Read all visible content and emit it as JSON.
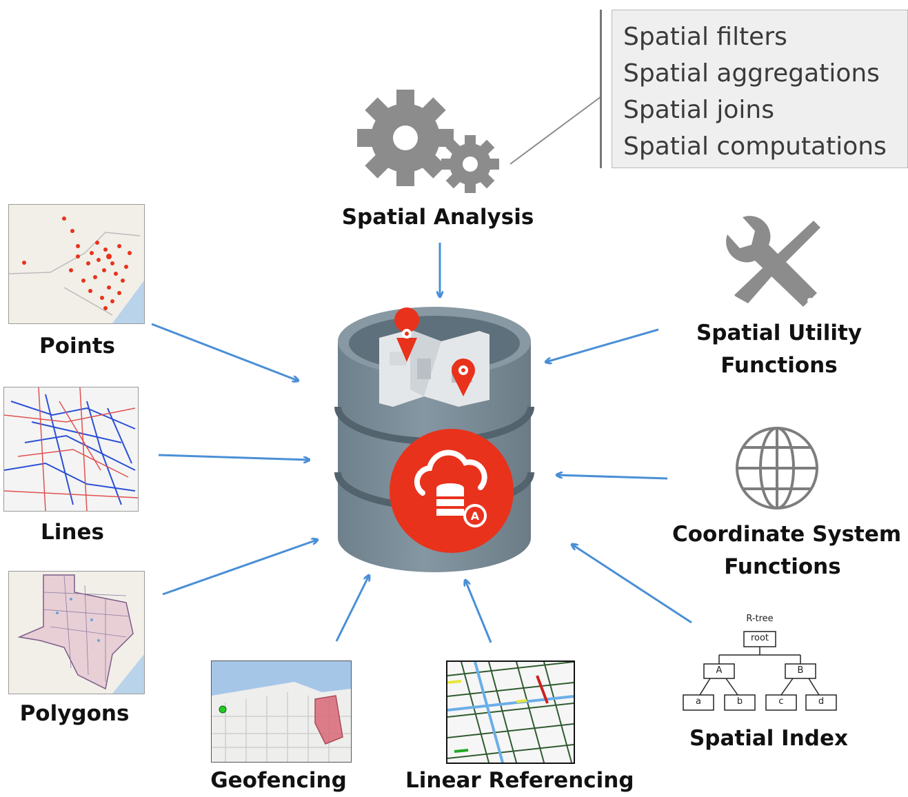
{
  "center": {
    "label": ""
  },
  "spatial_analysis": {
    "label": "Spatial Analysis",
    "features": [
      "Spatial filters",
      "Spatial aggregations",
      "Spatial joins",
      "Spatial computations"
    ]
  },
  "left": {
    "points": "Points",
    "lines": "Lines",
    "polygons": "Polygons"
  },
  "right": {
    "utility": [
      "Spatial Utility",
      "Functions"
    ],
    "coordinate": [
      "Coordinate System",
      "Functions"
    ],
    "index": "Spatial Index"
  },
  "bottom": {
    "geofencing": "Geofencing",
    "linear": "Linear Referencing"
  },
  "rtree": {
    "title": "R-tree",
    "root": "root",
    "a": "A",
    "b": "B",
    "leaves": [
      "a",
      "b",
      "c",
      "d"
    ]
  },
  "colors": {
    "arrow": "#4a8fd6",
    "accent": "#e8321c",
    "gear": "#8c8c8c",
    "db": "#7f929d"
  }
}
